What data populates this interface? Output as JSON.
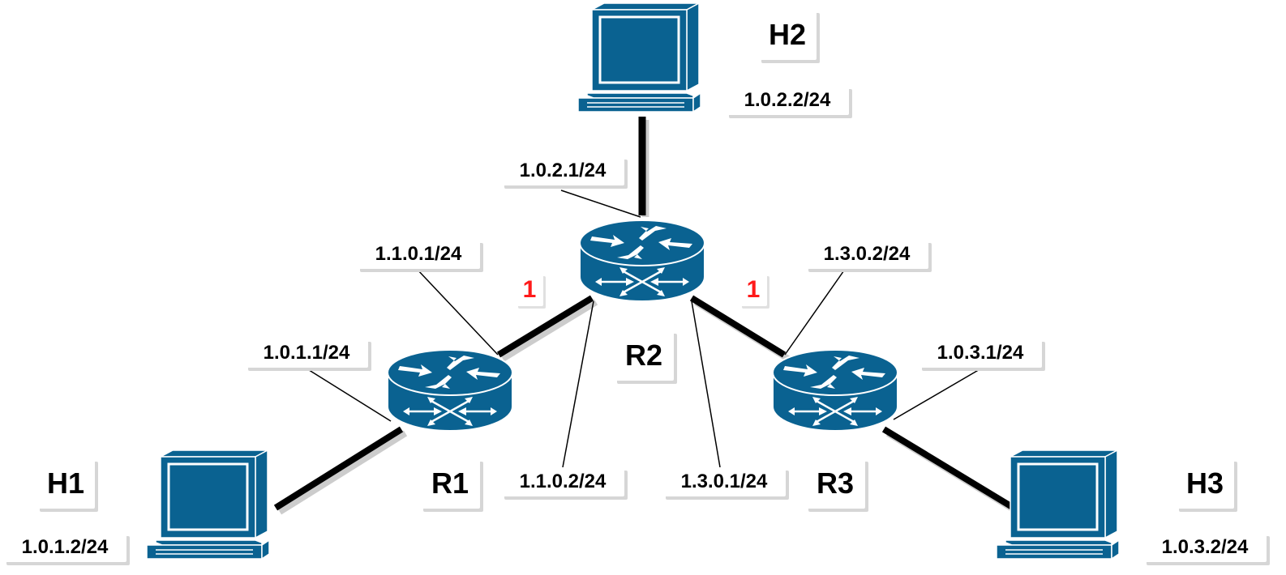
{
  "diagram": {
    "colors": {
      "device": "#0a6291",
      "link": "#000000",
      "cost": "#ff1a1a"
    },
    "nodes": {
      "H1": {
        "name": "H1",
        "ip": "1.0.1.2/24",
        "icon": "computer-icon"
      },
      "H2": {
        "name": "H2",
        "ip": "1.0.2.2/24",
        "icon": "computer-icon"
      },
      "H3": {
        "name": "H3",
        "ip": "1.0.3.2/24",
        "icon": "computer-icon"
      },
      "R1": {
        "name": "R1",
        "icon": "router-icon"
      },
      "R2": {
        "name": "R2",
        "icon": "router-icon"
      },
      "R3": {
        "name": "R3",
        "icon": "router-icon"
      }
    },
    "interfaces": {
      "r1_h1": "1.0.1.1/24",
      "r1_r2": "1.1.0.1/24",
      "r2_r1": "1.1.0.2/24",
      "r2_h2": "1.0.2.1/24",
      "r2_r3": "1.3.0.1/24",
      "r3_r2": "1.3.0.2/24",
      "r3_h3": "1.0.3.1/24"
    },
    "links": [
      {
        "from": "H1",
        "to": "R1"
      },
      {
        "from": "H2",
        "to": "R2"
      },
      {
        "from": "H3",
        "to": "R3"
      },
      {
        "from": "R1",
        "to": "R2",
        "cost": "1"
      },
      {
        "from": "R2",
        "to": "R3",
        "cost": "1"
      }
    ]
  }
}
